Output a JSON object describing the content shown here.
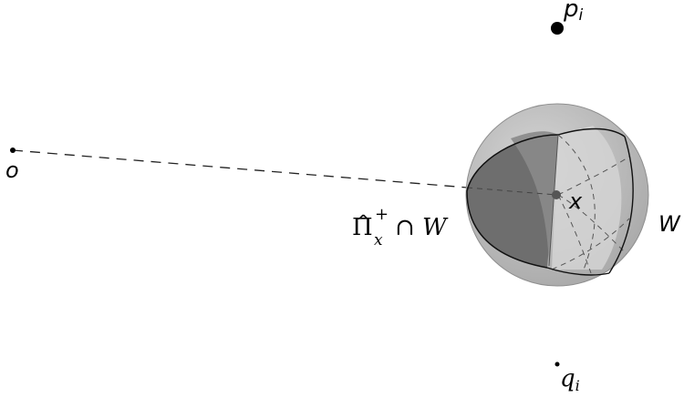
{
  "labels": {
    "o": "o",
    "p": "p",
    "p_sub": "i",
    "q": "q",
    "q_sub": "i",
    "x": "x",
    "w": "W",
    "region_pi": "Π",
    "region_hat": "^",
    "region_sup": "+",
    "region_sub": "x",
    "region_rest": "∩ W"
  },
  "colors": {
    "sphere": "#b9b9b9",
    "sphere_edge": "#8f8f8f",
    "dark_region": "#6e6e6e",
    "mid_region": "#949494",
    "light_region": "#d4d4d4",
    "ink": "#000000",
    "dashes": "#222222"
  }
}
